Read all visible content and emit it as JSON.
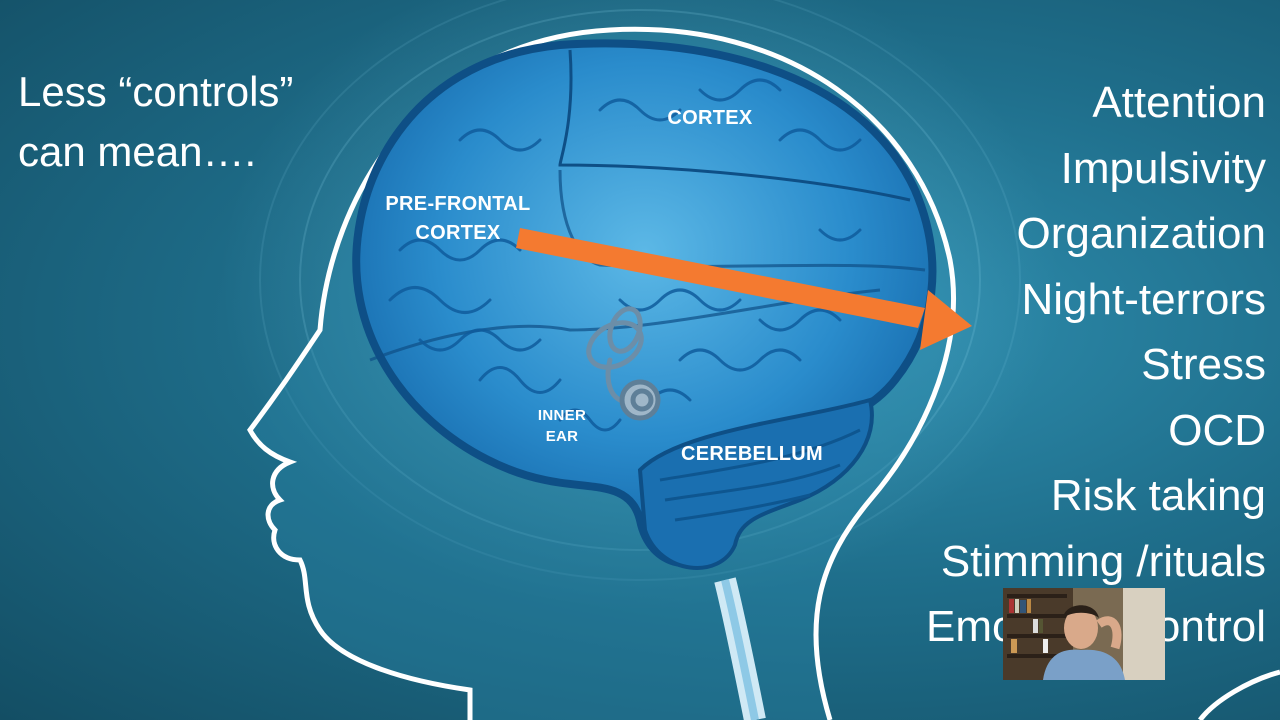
{
  "slide": {
    "left_text": [
      "Less “controls”",
      "can mean…."
    ],
    "list_items": [
      "Attention",
      "Impulsivity",
      "Organization",
      "Night-terrors",
      "Stress",
      "OCD",
      "Risk taking",
      "Stimming /rituals",
      "Emotional control"
    ],
    "brain_labels": {
      "cortex": "CORTEX",
      "prefrontal_line1": "PRE-FRONTAL",
      "prefrontal_line2": "CORTEX",
      "inner_ear_line1": "INNER",
      "inner_ear_line2": "EAR",
      "cerebellum": "CEREBELLUM"
    }
  },
  "colors": {
    "background": "#1f6f8c",
    "brain": "#1e7fc4",
    "brain_dark": "#0f5c9c",
    "arrow": "#f47a30",
    "text": "#ffffff"
  },
  "icons": {
    "arrow": "orange-arrow",
    "inner_ear": "cochlea-icon",
    "head": "head-silhouette"
  },
  "webcam": {
    "description_icon": "presenter-webcam"
  }
}
